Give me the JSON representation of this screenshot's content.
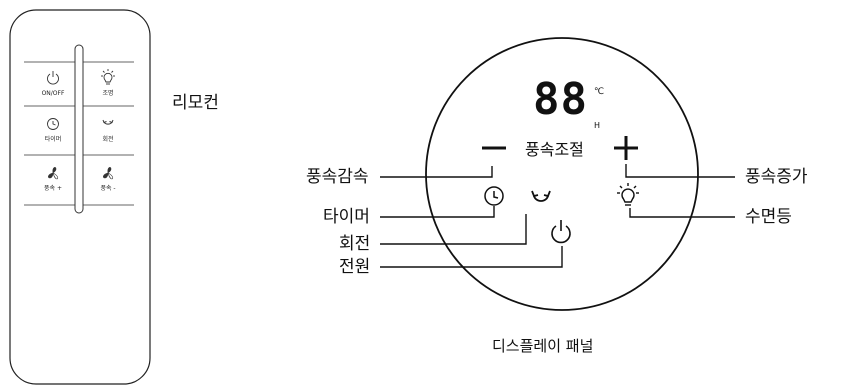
{
  "remote": {
    "title": "리모컨",
    "buttons": [
      {
        "icon": "power-icon",
        "label": "ON/OFF"
      },
      {
        "icon": "light-icon",
        "label": "조명"
      },
      {
        "icon": "timer-icon",
        "label": "타이머"
      },
      {
        "icon": "rotate-icon",
        "label": "회전"
      },
      {
        "icon": "fan-icon",
        "label": "풍속 +"
      },
      {
        "icon": "fan-icon",
        "label": "풍속 -"
      }
    ]
  },
  "display": {
    "digits": "88",
    "unit_celsius": "℃",
    "unit_hour": "H",
    "center_label": "풍속조절",
    "caption": "디스플레이 패널"
  },
  "callouts": {
    "left": [
      "풍속감속",
      "타이머",
      "회전",
      "전원"
    ],
    "right": [
      "풍속증가",
      "수면등"
    ]
  }
}
